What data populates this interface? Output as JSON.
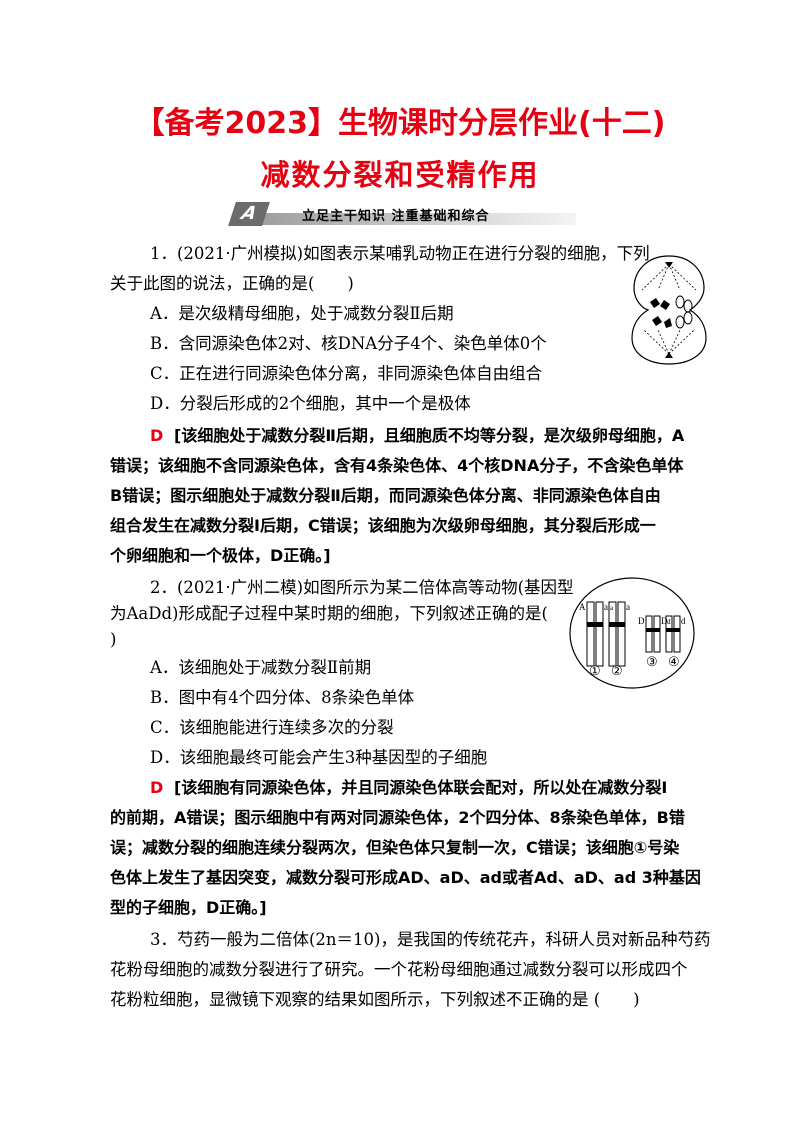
{
  "header": {
    "title": "【备考2023】生物课时分层作业(十二)",
    "subtitle": "减数分裂和受精作用",
    "section_mark": "A",
    "section_label": "立足主干知识  注重基础和综合"
  },
  "q1": {
    "stem_line1": "1．(2021·广州模拟)如图表示某哺乳动物正在进行分裂的细胞，下列",
    "stem_line2": "关于此图的说法，正确的是(　　)",
    "options": [
      "A．是次级精母细胞，处于减数分裂Ⅱ后期",
      "B．含同源染色体2对、核DNA分子4个、染色单体0个",
      "C．正在进行同源染色体分离，非同源染色体自由组合",
      "D．分裂后形成的2个细胞，其中一个是极体"
    ],
    "answer_letter": "D",
    "explanation": [
      "[该细胞处于减数分裂Ⅱ后期，且细胞质不均等分裂，是次级卵母细胞，A",
      "错误；该细胞不含同源染色体，含有4条染色体、4个核DNA分子，不含染色单体",
      "B错误；图示细胞处于减数分裂Ⅱ后期，而同源染色体分离、非同源染色体自由",
      "组合发生在减数分裂Ⅰ后期，C错误；该细胞为次级卵母细胞，其分裂后形成一",
      "个卵细胞和一个极体，D正确。]"
    ]
  },
  "q2": {
    "stem_line1": "2．(2021·广州二模)如图所示为某二倍体高等动物(基因型",
    "stem_line2": "为AaDd)形成配子过程中某时期的细胞，下列叙述正确的是(",
    "stem_line3": ")",
    "options": [
      "A．该细胞处于减数分裂Ⅱ前期",
      "B．图中有4个四分体、8条染色单体",
      "C．该细胞能进行连续多次的分裂",
      "D．该细胞最终可能会产生3种基因型的子细胞"
    ],
    "answer_letter": "D",
    "explanation": [
      "[该细胞有同源染色体，并且同源染色体联会配对，所以处在减数分裂Ⅰ",
      "的前期，A错误；图示细胞中有两对同源染色体，2个四分体、8条染色单体，B错",
      "误；减数分裂的细胞连续分裂两次，但染色体只复制一次，C错误；该细胞①号染",
      "色体上发生了基因突变，减数分裂可形成AD、aD、ad或者Ad、aD、ad 3种基因",
      "型的子细胞，D正确。]"
    ],
    "figure": {
      "genes_left": [
        "A",
        "a",
        "a",
        "a"
      ],
      "genes_right": [
        "D",
        "D",
        "d",
        "d"
      ],
      "labels": [
        "①",
        "②",
        "③",
        "④"
      ]
    }
  },
  "q3": {
    "lines": [
      "3．芍药一般为二倍体(2n＝10)，是我国的传统花卉，科研人员对新品种芍药",
      "花粉母细胞的减数分裂进行了研究。一个花粉母细胞通过减数分裂可以形成四个",
      "花粉粒细胞，显微镜下观察的结果如图所示，下列叙述不正确的是 (　　)"
    ]
  }
}
